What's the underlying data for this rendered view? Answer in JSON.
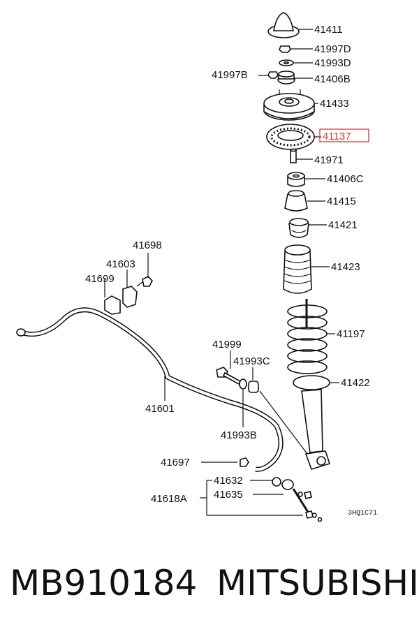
{
  "diagram": {
    "code": "3HQ1C71",
    "highlight_color": "#d23b3b",
    "labels": {
      "p41411": "41411",
      "p41997D": "41997D",
      "p41993D": "41993D",
      "p41997B": "41997B",
      "p41406B": "41406B",
      "p41433": "41433",
      "p41137": "41137",
      "p41971": "41971",
      "p41406C": "41406C",
      "p41415": "41415",
      "p41421": "41421",
      "p41423": "41423",
      "p41197": "41197",
      "p41422": "41422",
      "p41698": "41698",
      "p41603": "41603",
      "p41699": "41699",
      "p41601": "41601",
      "p41999": "41999",
      "p41993C": "41993C",
      "p41993B": "41993B",
      "p41697": "41697",
      "p41632": "41632",
      "p41635": "41635",
      "p41618A": "41618A"
    }
  },
  "caption": {
    "part_number": "MB910184",
    "brand": "MITSUBISHI"
  }
}
